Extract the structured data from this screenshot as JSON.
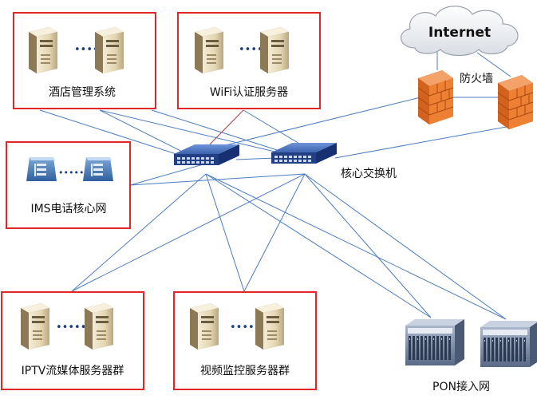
{
  "colors": {
    "group_border": "#e0262b",
    "link_line": "#4a7cc0",
    "switch_top": "#4b73c2",
    "switch_body": "#1d3f86",
    "firewall": "#e8782d",
    "server_body": "#e7dcc0"
  },
  "groups": {
    "hotel": "酒店管理系统",
    "wifi": "WiFi认证服务器",
    "ims": "IMS电话核心网",
    "iptv": "IPTV流媒体服务器群",
    "cctv": "视频监控服务器群"
  },
  "nodes": {
    "internet": "Internet",
    "firewall": "防火墙",
    "core_switch": "核心交换机",
    "pon": "PON接入网"
  },
  "icons": {
    "server": "server-tower-icon",
    "ims": "ims-gateway-icon",
    "switch": "network-switch-icon",
    "firewall": "brick-firewall-icon",
    "cloud": "cloud-icon",
    "pon": "olt-chassis-icon"
  }
}
